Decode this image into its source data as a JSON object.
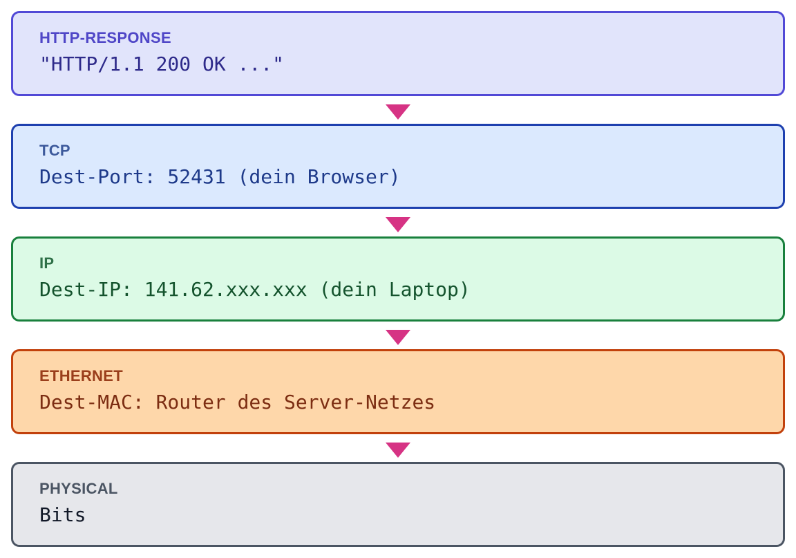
{
  "colors": {
    "arrow": "#d63384",
    "layers": {
      "http": {
        "border": "#5149d6",
        "fill": "#e1e4fb",
        "title": "#4f46c7",
        "text": "#2e2a8a"
      },
      "tcp": {
        "border": "#1e40af",
        "fill": "#dbe9fe",
        "title": "#3d5a9c",
        "text": "#1e3a8a"
      },
      "ip": {
        "border": "#19803d",
        "fill": "#dcfae6",
        "title": "#2f7048",
        "text": "#14532d"
      },
      "ethernet": {
        "border": "#c2410c",
        "fill": "#fed7aa",
        "title": "#9a3e1b",
        "text": "#7c2d12"
      },
      "physical": {
        "border": "#4b5563",
        "fill": "#e6e7eb",
        "title": "#4b5563",
        "text": "#111827"
      }
    }
  },
  "icons": {
    "connector": "triangle-down"
  },
  "layers": [
    {
      "id": "http",
      "title": "HTTP-RESPONSE",
      "detail": "\"HTTP/1.1 200 OK ...\""
    },
    {
      "id": "tcp",
      "title": "TCP",
      "detail": "Dest-Port: 52431 (dein Browser)"
    },
    {
      "id": "ip",
      "title": "IP",
      "detail": "Dest-IP: 141.62.xxx.xxx (dein Laptop)"
    },
    {
      "id": "ethernet",
      "title": "ETHERNET",
      "detail": "Dest-MAC: Router des Server-Netzes"
    },
    {
      "id": "physical",
      "title": "PHYSICAL",
      "detail": "Bits"
    }
  ]
}
